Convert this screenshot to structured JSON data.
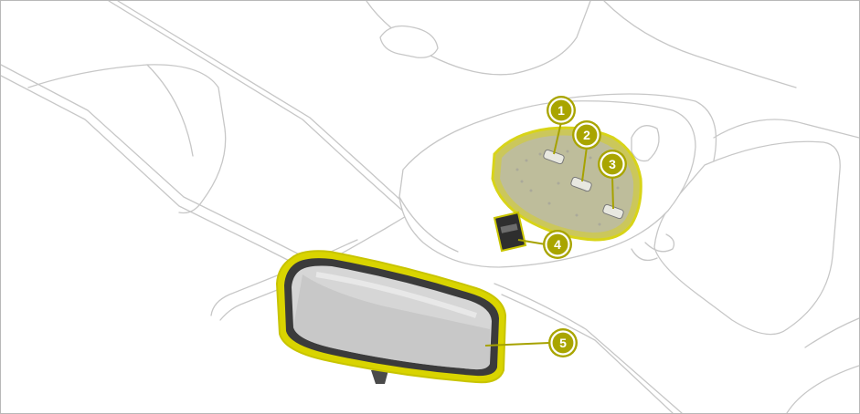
{
  "callouts": [
    {
      "id": "1",
      "label": "1"
    },
    {
      "id": "2",
      "label": "2"
    },
    {
      "id": "3",
      "label": "3"
    },
    {
      "id": "4",
      "label": "4"
    },
    {
      "id": "5",
      "label": "5"
    }
  ],
  "colors": {
    "highlight": "#c8c400",
    "badge": "#a9a500",
    "outline": "#c7c7c7",
    "mirror_frame": "#3b3b3b"
  }
}
